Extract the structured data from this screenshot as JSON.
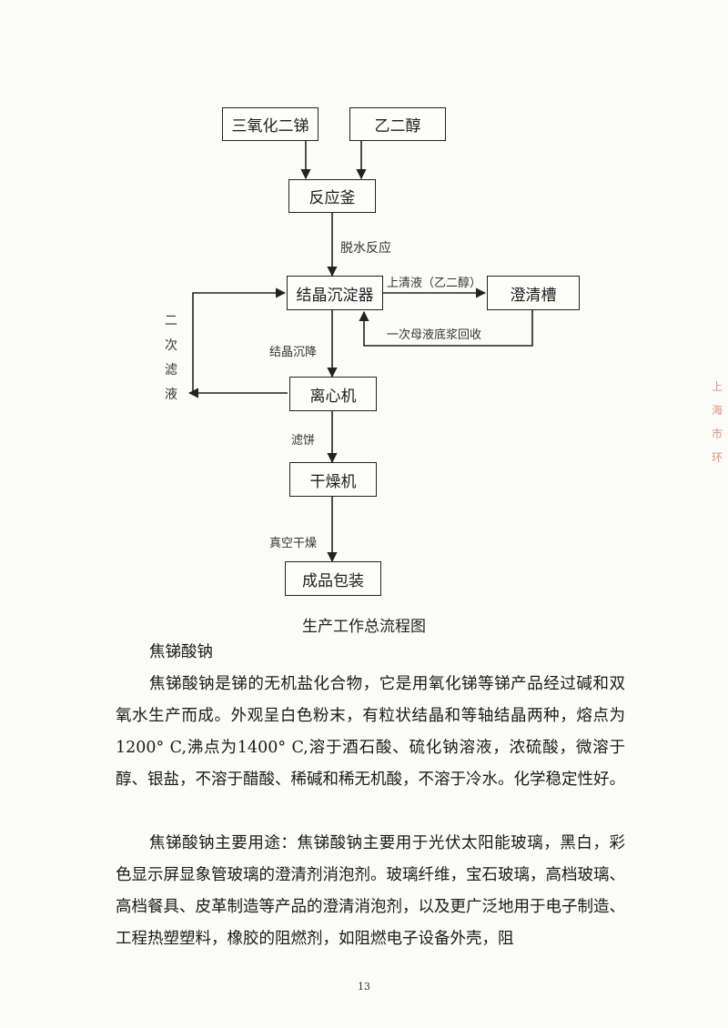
{
  "flowchart": {
    "nodes": {
      "antimony_trioxide": "三氧化二锑",
      "ethylene_glycol": "乙二醇",
      "reactor": "反应釜",
      "crystal_settler": "结晶沉淀器",
      "clarifier": "澄清槽",
      "centrifuge": "离心机",
      "dryer": "干燥机",
      "packaging": "成品包装"
    },
    "edges": {
      "dehydration": "脱水反应",
      "supernatant": "上清液（乙二醇）",
      "mother_liquor": "一次母液底浆回收",
      "crystal_settling": "结晶沉降",
      "secondary_filtrate": "二次滤液",
      "filter_cake": "滤饼",
      "vacuum_drying": "真空干燥"
    },
    "caption": "生产工作总流程图"
  },
  "section": {
    "heading": "焦锑酸钠",
    "p1": "焦锑酸钠是锑的无机盐化合物，它是用氧化锑等锑产品经过碱和双氧水生产而成。外观呈白色粉末，有粒状结晶和等轴结晶两种，熔点为1200° C,沸点为1400° C,溶于酒石酸、硫化钠溶液，浓硫酸，微溶于醇、银盐，不溶于醋酸、稀碱和稀无机酸，不溶于冷水。化学稳定性好。",
    "p2": "焦锑酸钠主要用途：焦锑酸钠主要用于光伏太阳能玻璃，黑白，彩色显示屏显象管玻璃的澄清剂消泡剂。玻璃纤维，宝石玻璃，高档玻璃、高档餐具、皮革制造等产品的澄清消泡剂，以及更广泛地用于电子制造、工程热塑塑料，橡胶的阻燃剂，如阻燃电子设备外壳，阻"
  },
  "page_number": "13",
  "edge_mark": "上海市环"
}
